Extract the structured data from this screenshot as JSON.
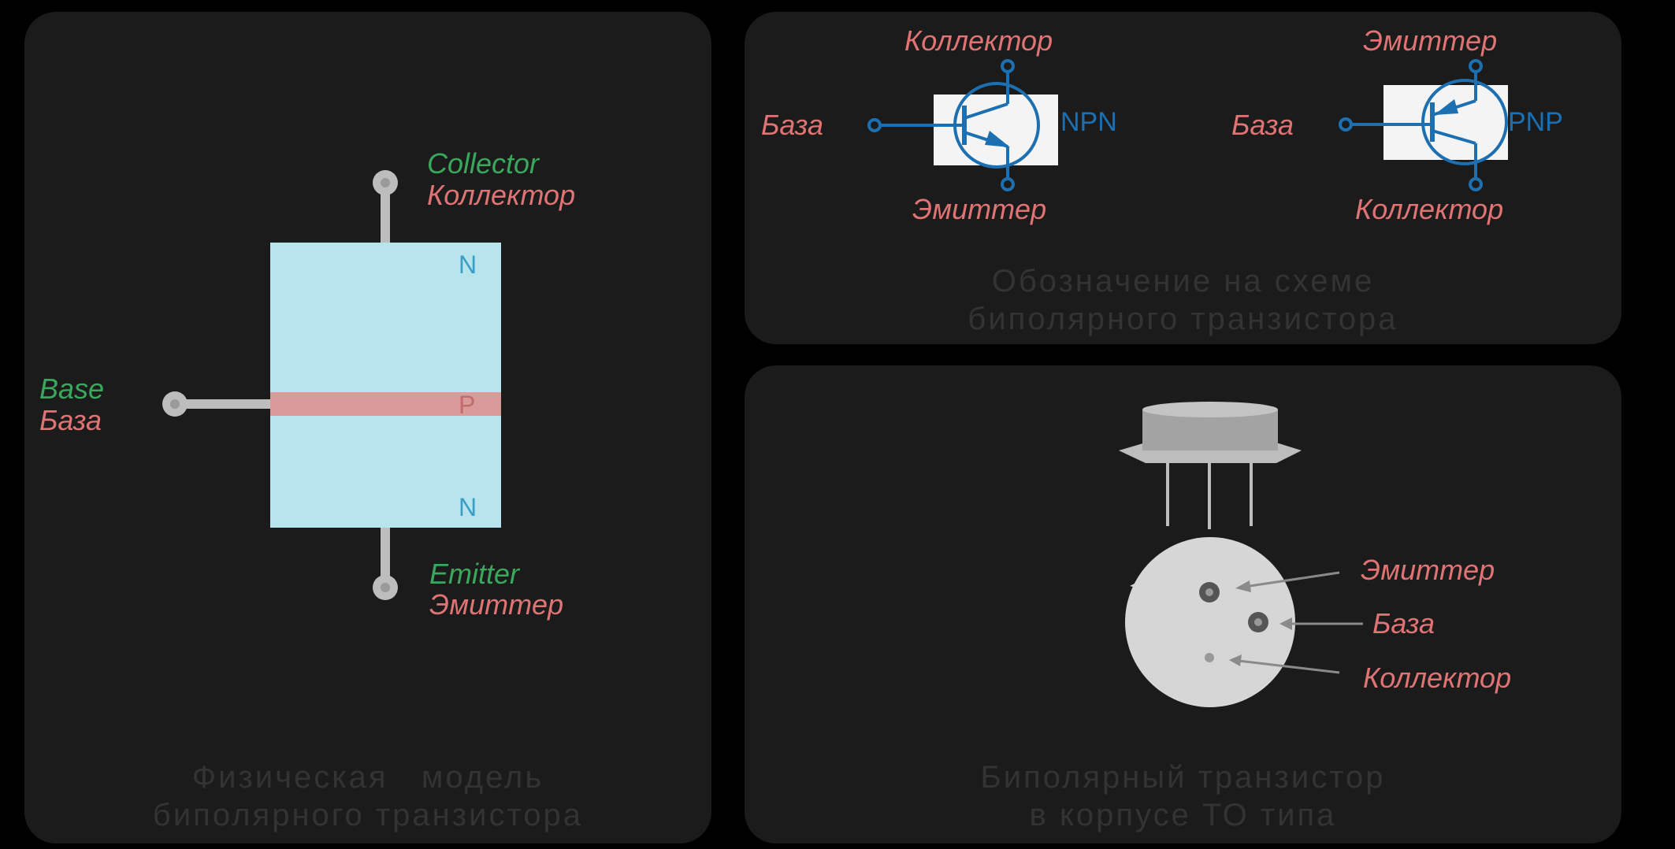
{
  "physical_model": {
    "collector_en": "Collector",
    "collector_ru": "Коллектор",
    "base_en": "Base",
    "base_ru": "База",
    "emitter_en": "Emitter",
    "emitter_ru": "Эмиттер",
    "layer_top": "N",
    "layer_middle": "P",
    "layer_bottom": "N",
    "caption_line1": "Физическая   модель",
    "caption_line2": "биполярного транзистора"
  },
  "symbols": {
    "npn": {
      "top": "Коллектор",
      "left": "База",
      "bottom": "Эмиттер",
      "type": "NPN"
    },
    "pnp": {
      "top": "Эмиттер",
      "left": "База",
      "bottom": "Коллектор",
      "type": "PNP"
    },
    "caption_line1": "Обозначение на схеме",
    "caption_line2": "биполярного транзистора"
  },
  "package": {
    "emitter": "Эмиттер",
    "base": "База",
    "collector": "Коллектор",
    "caption_line1": "Биполярный транзистор",
    "caption_line2": "в корпусе ТО типа"
  },
  "colors": {
    "background": "#000000",
    "panel": "#1b1b1b",
    "n_region": "#b8e4ee",
    "p_region": "#d99a9a",
    "label_english": "#3aa85c",
    "label_russian": "#e07474",
    "symbol_blue": "#1c6fb0"
  }
}
